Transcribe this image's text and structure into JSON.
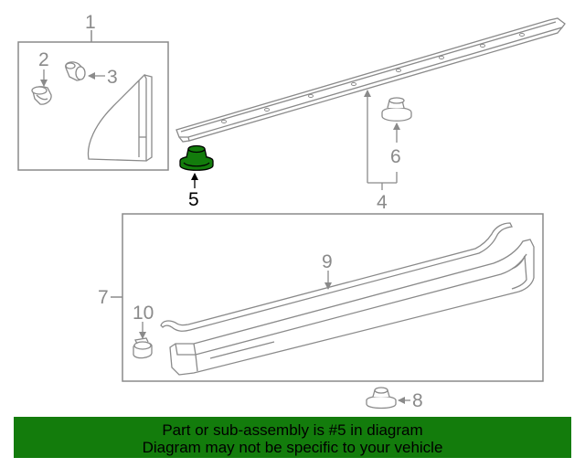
{
  "callouts": {
    "c1": "1",
    "c2": "2",
    "c3": "3",
    "c4": "4",
    "c5": "5",
    "c6": "6",
    "c7": "7",
    "c8": "8",
    "c9": "9",
    "c10": "10"
  },
  "highlight_part": "5",
  "banner": {
    "line1": "Part or sub-assembly is #5 in diagram",
    "line2": "Diagram may not be specific to your vehicle"
  },
  "colors": {
    "line_art": "#8a8a8a",
    "highlight_fill": "#137c0c",
    "banner_bg": "#137c0c",
    "banner_text": "#000000",
    "highlight_label": "#000000"
  }
}
